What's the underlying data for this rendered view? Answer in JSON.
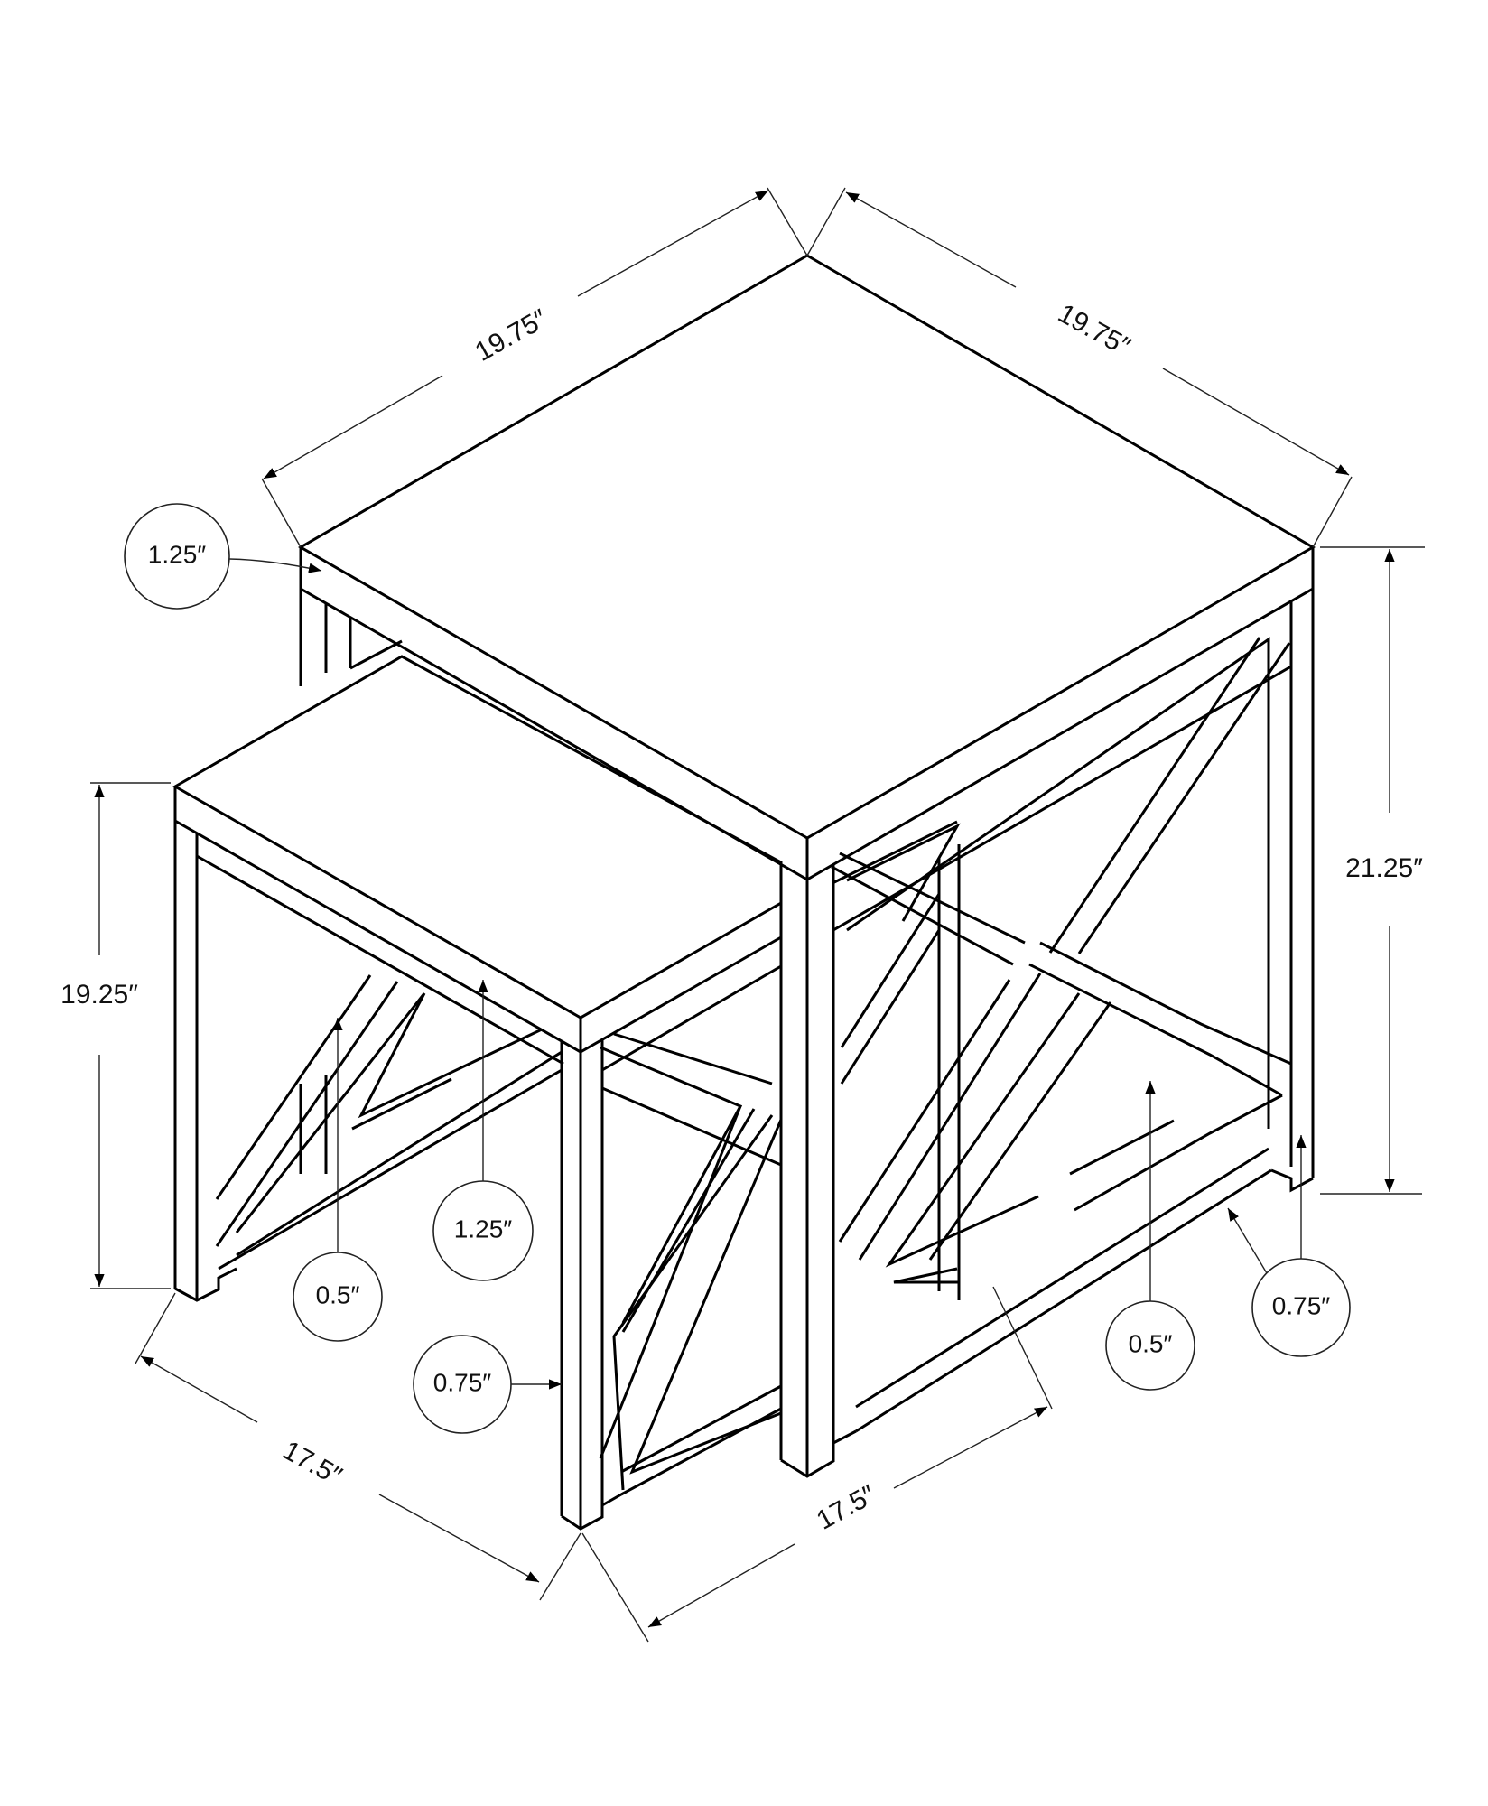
{
  "figure": {
    "title": "Nesting table set dimension diagram",
    "line_color": "#000000",
    "background": "#ffffff"
  },
  "dimensions": {
    "large_table_width_left": "19.75″",
    "large_table_depth_right": "19.75″",
    "large_table_height": "21.25″",
    "small_table_height": "19.25″",
    "small_table_width_left": "17.5″",
    "small_table_depth_right": "17.5″"
  },
  "callouts": {
    "large_top_thickness": "1.25″",
    "small_top_thickness": "1.25″",
    "small_brace_width": "0.5″",
    "small_leg_width": "0.75″",
    "large_brace_width": "0.5″",
    "large_leg_width": "0.75″"
  }
}
